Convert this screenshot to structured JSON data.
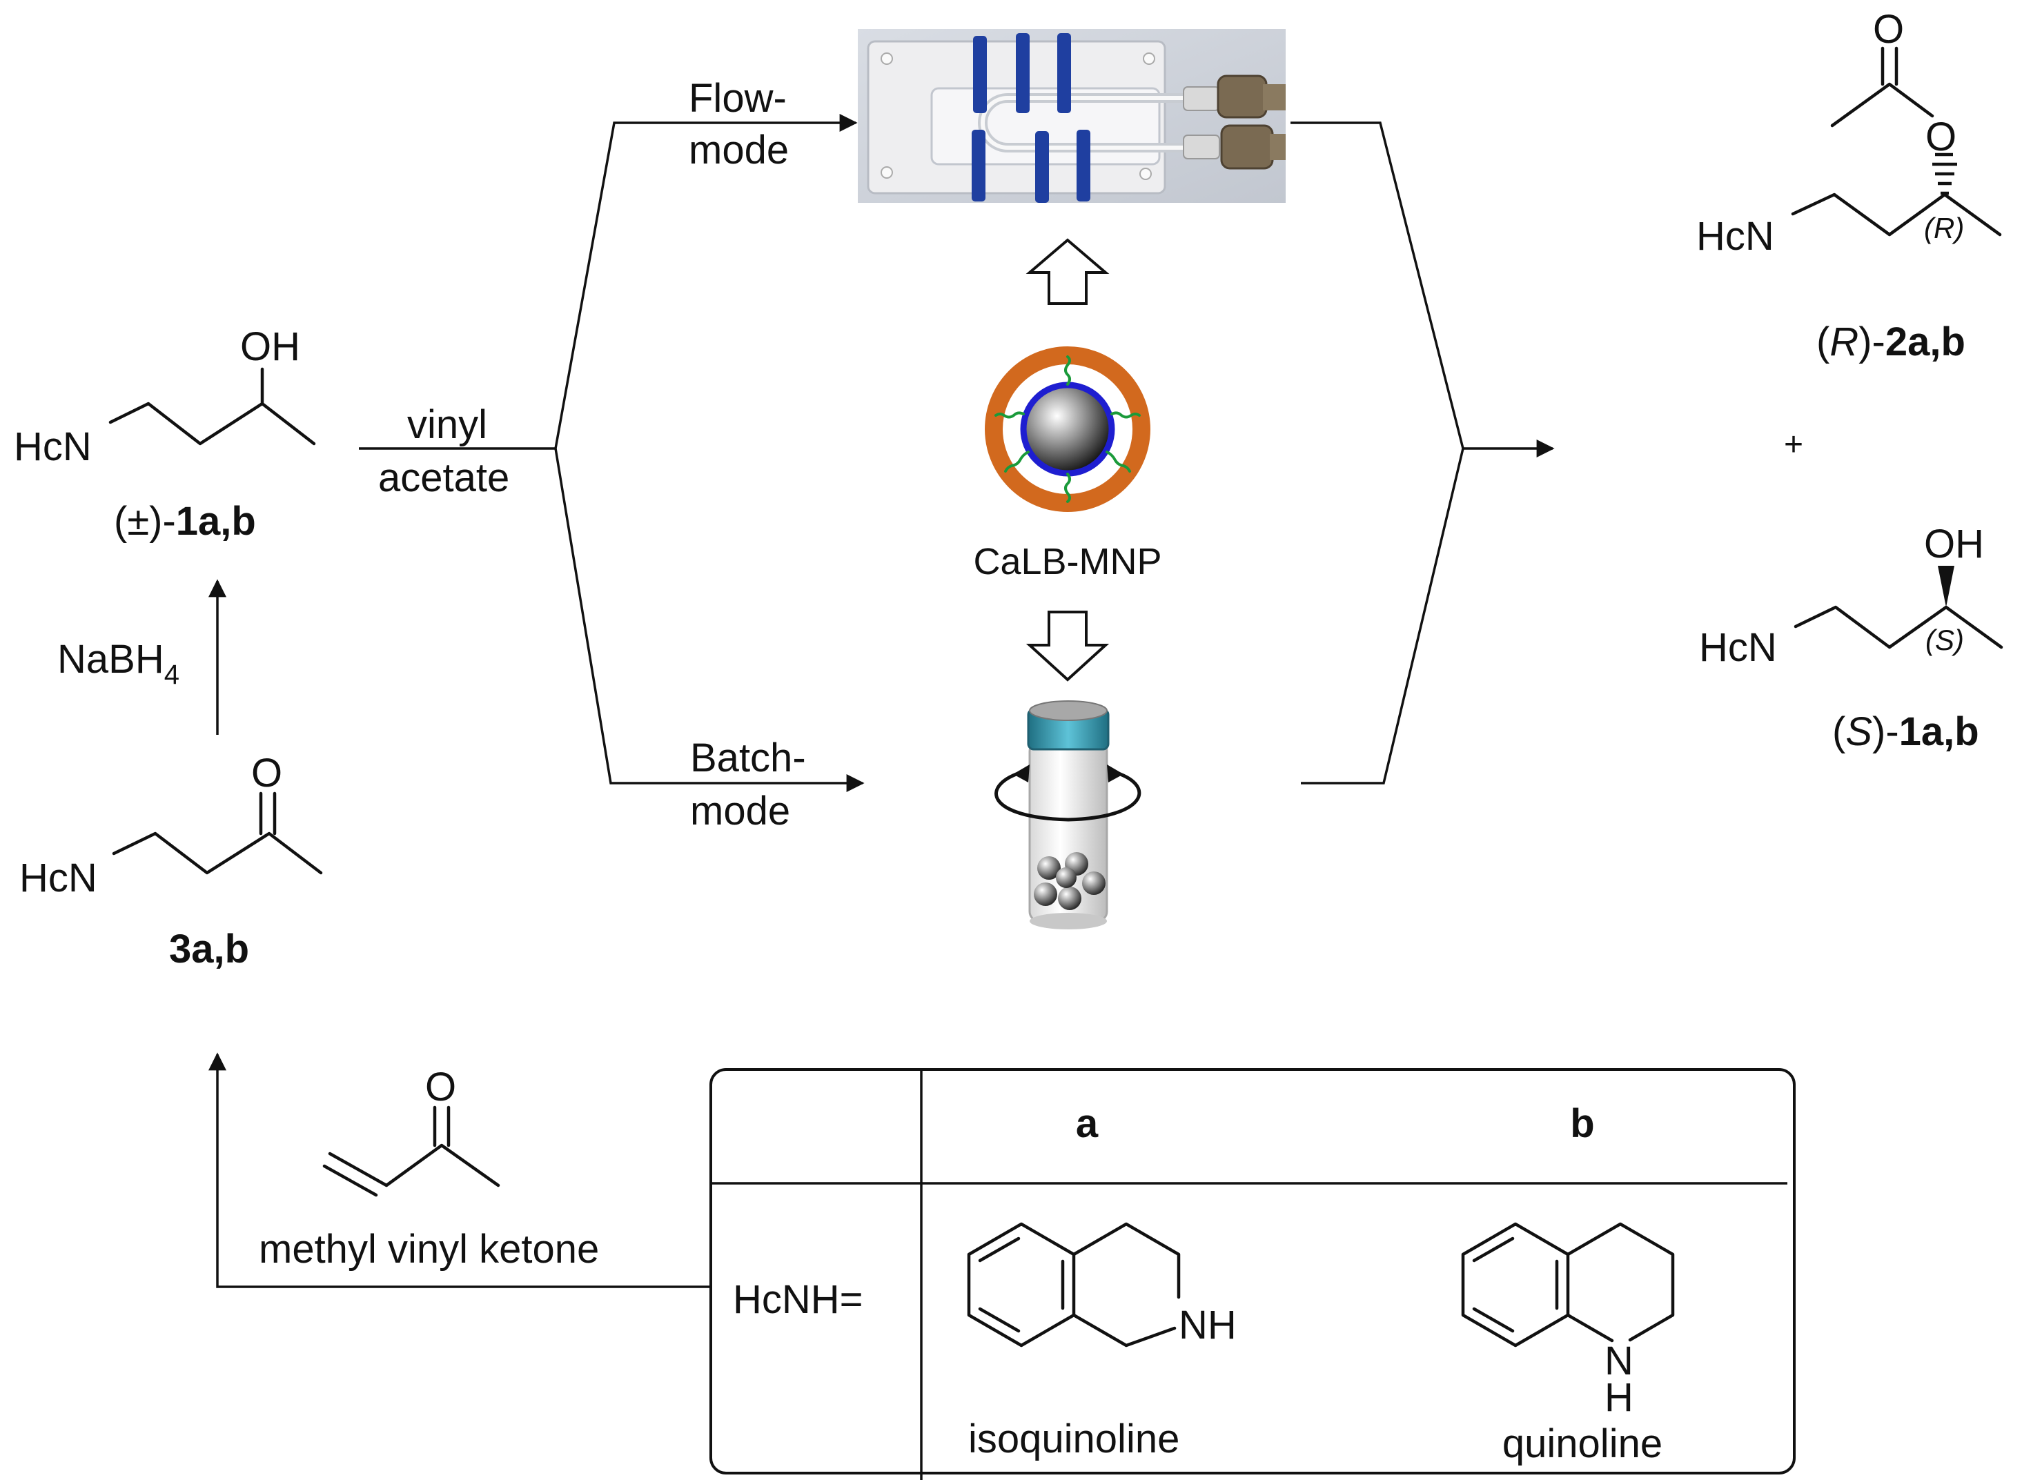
{
  "compound_1": {
    "oh": "OH",
    "hcn": "HcN",
    "label_pre": "(±)-",
    "label_bold": "1a,b"
  },
  "compound_3": {
    "o": "O",
    "hcn": "HcN",
    "label_bold": "3a,b"
  },
  "reagents": {
    "nabh_main": "NaBH",
    "nabh_sub": "4",
    "vinyl_line1": "vinyl",
    "vinyl_line2": "acetate",
    "mvk_o": "O",
    "mvk_name": "methyl vinyl ketone"
  },
  "modes": {
    "flow_line1": "Flow-",
    "flow_line2": "mode",
    "batch_line1": "Batch-",
    "batch_line2": "mode"
  },
  "catalyst": {
    "name": "CaLB-MNP"
  },
  "product_R": {
    "o_carbonyl": "O",
    "o_ester": "O",
    "hcn": "HcN",
    "stereo": "(R)",
    "label_open": "(",
    "label_italic": "R",
    "label_close": ")-",
    "label_bold": "2a,b"
  },
  "plus": "+",
  "product_S": {
    "oh": "OH",
    "hcn": "HcN",
    "stereo": "(S)",
    "label_open": "(",
    "label_italic": "S",
    "label_close": ")-",
    "label_bold": "1a,b"
  },
  "table": {
    "col_a": "a",
    "col_b": "b",
    "row_label": "HcNH=",
    "nh_a": "NH",
    "name_a": "isoquinoline",
    "n_b": "N",
    "h_b": "H",
    "name_b": "quinoline"
  },
  "colors": {
    "catalyst_shell": "#d2691e",
    "catalyst_inner_ring": "#1e1ed0",
    "linker_green": "#1a9a3a",
    "tape_blue": "#1f3fa0",
    "vial_cap": "#2a8fa6"
  }
}
